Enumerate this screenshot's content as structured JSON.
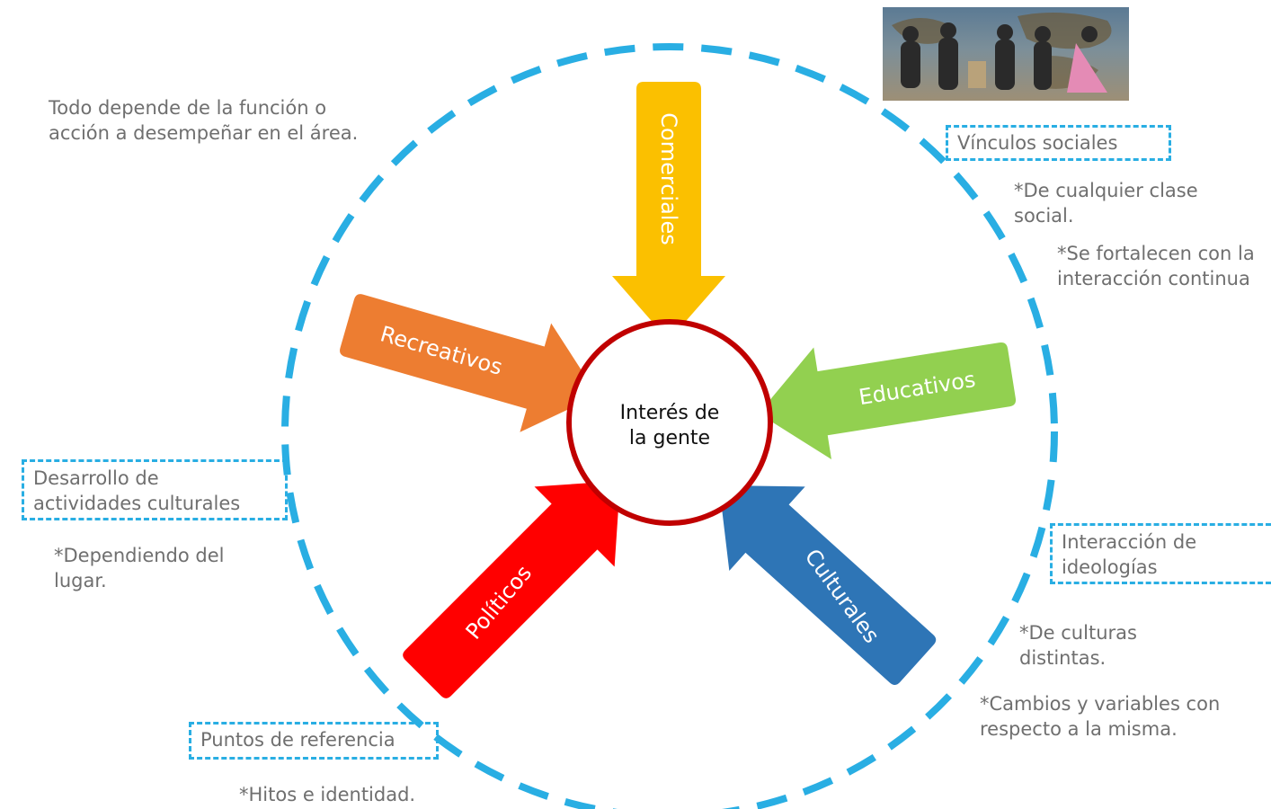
{
  "center": {
    "line1": "Interés de",
    "line2": "la gente"
  },
  "arrows": [
    {
      "id": "comerciales",
      "label": "Comerciales",
      "color": "#fbc000"
    },
    {
      "id": "educativos",
      "label": "Educativos",
      "color": "#92d050"
    },
    {
      "id": "culturales",
      "label": "Culturales",
      "color": "#2e75b6"
    },
    {
      "id": "politicos",
      "label": "Políticos",
      "color": "#ff0000"
    },
    {
      "id": "recreativos",
      "label": "Recreativos",
      "color": "#ed7d31"
    }
  ],
  "colors": {
    "dashed": "#29aee3",
    "ring": "#c00000",
    "text": "#6f6f6f"
  },
  "notes": {
    "top_left": {
      "line1": "Todo depende de la función o",
      "line2": "acción a desempeñar en el área."
    },
    "vinculos": {
      "title": "Vínculos sociales",
      "note1": {
        "line1": "*De cualquier clase",
        "line2": "social."
      },
      "note2": {
        "line1": "*Se fortalecen con la",
        "line2": "interacción continua"
      }
    },
    "desarrollo": {
      "title_line1": "Desarrollo de",
      "title_line2": "actividades culturales",
      "note": {
        "line1": "*Dependiendo del",
        "line2": "lugar."
      }
    },
    "interaccion": {
      "title_line1": "Interacción de",
      "title_line2": "ideologías",
      "note1": {
        "line1": "*De culturas",
        "line2": "distintas."
      },
      "note2": {
        "line1": "*Cambios y variables con",
        "line2": "respecto a la misma."
      }
    },
    "puntos": {
      "title": "Puntos de referencia",
      "note": "*Hitos e identidad."
    }
  }
}
